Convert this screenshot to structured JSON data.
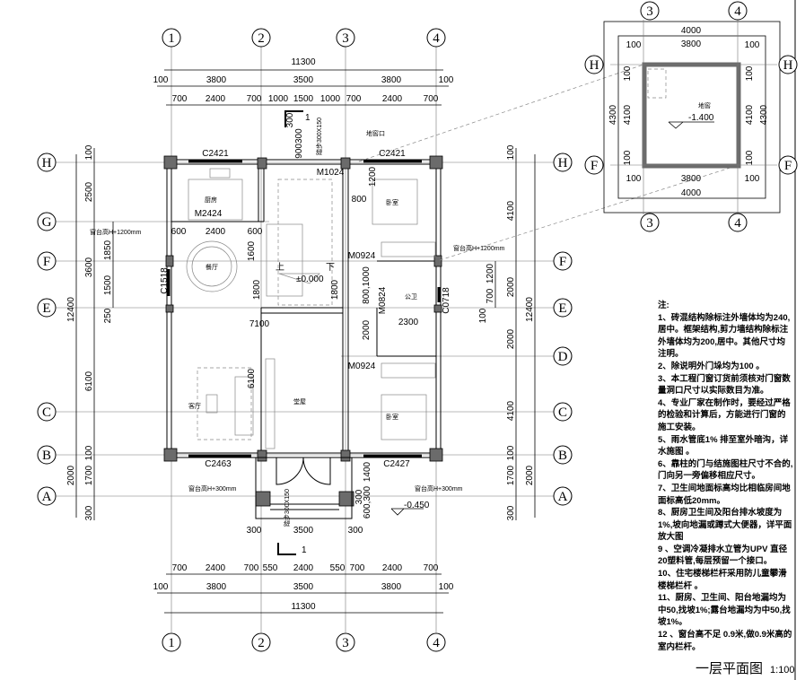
{
  "axes": {
    "vertical": [
      "1",
      "2",
      "3",
      "4"
    ],
    "horizontal": [
      "H",
      "G",
      "F",
      "E",
      "D",
      "C",
      "B",
      "A"
    ]
  },
  "dims": {
    "top_total": "11300",
    "top_row2": [
      "100",
      "3800",
      "3500",
      "3800",
      "100"
    ],
    "top_row3": [
      "700",
      "2400",
      "700",
      "1000",
      "1500",
      "1000",
      "700",
      "2400",
      "700"
    ],
    "bottom_row3": [
      "700",
      "2400",
      "700",
      "550",
      "2400",
      "550",
      "700",
      "2400",
      "700"
    ],
    "bottom_row2": [
      "100",
      "3800",
      "3500",
      "3800",
      "100"
    ],
    "bottom_total": "11300",
    "left_outer": [
      "12400",
      "2000"
    ],
    "left_inner": [
      "100",
      "2500",
      "3600",
      "6100",
      "100",
      "1700",
      "300"
    ],
    "left_small": [
      "1850",
      "1500",
      "250"
    ],
    "right_inner": [
      "100",
      "4100",
      "2000",
      "2000",
      "4100",
      "100",
      "1700",
      "300"
    ],
    "right_outer": [
      "12400",
      "2000"
    ],
    "right_small": [
      "1200",
      "700",
      "100"
    ],
    "kitchen": [
      "600",
      "2400",
      "600"
    ],
    "porch": [
      "300",
      "3500",
      "300"
    ],
    "misc": {
      "stair_top": "900300",
      "stair_top2": "300",
      "landing_1600": "1600",
      "landing_1800a": "1800",
      "landing_1800b": "1800",
      "door_1200": "1200",
      "door_800": "800",
      "bath_1000": "800,1000",
      "bath_2000": "2000",
      "bath_2300": "2300",
      "hall_7100": "7100",
      "living_6100": "6100",
      "front_1400": "1400",
      "front_600300": "600,300",
      "front_300": "300"
    }
  },
  "plan": {
    "rooms": {
      "kitchen": "厨房",
      "dining": "餐厅",
      "bedroom1": "卧室",
      "bathroom": "公卫",
      "bedroom2": "卧室",
      "hall": "堂屋",
      "living": "客厅"
    },
    "tags": {
      "c2421a": "C2421",
      "c2421b": "C2421",
      "m1024": "M1024",
      "m2424": "M2424",
      "m0924a": "M0924",
      "m0824": "M0824",
      "m0924b": "M0924",
      "c1518": "C1518",
      "c0718": "C0718",
      "c2463": "C2463",
      "c2427": "C2427",
      "cellar_opening": "地窖口",
      "sill_left": "窗台高H+1200mm",
      "sill_right": "窗台高H+1200mm",
      "sill_bottom_left": "窗台高H+300mm",
      "sill_bottom_right": "窗台高H+300mm",
      "step_top": "踏步300X150",
      "step_bottom": "踏步300X150",
      "up": "上",
      "down": "下",
      "section": "1"
    },
    "levels": {
      "floor": "±0.000",
      "outdoor": "-0.450"
    }
  },
  "inset": {
    "axes_v": [
      "3",
      "4"
    ],
    "axes_h": [
      "H",
      "F"
    ],
    "top": [
      "4000",
      "100",
      "3800",
      "100"
    ],
    "bottom": [
      "100",
      "3800",
      "100",
      "4000"
    ],
    "side": [
      "4300",
      "4100",
      "100",
      "100"
    ],
    "room": "地窖",
    "level": "-1.400"
  },
  "notes": {
    "heading": "注:",
    "items": [
      "1、砖混结构除标注外墙体均为240,居中。框架结构,剪力墙结构除标注外墙体均为200,居中。其他尺寸均注明。",
      "2、除说明外门垛均为100 。",
      "3、本工程门窗订货前须核对门窗数量洞口尺寸以实际数目为准。",
      "4、专业厂家在制作时，要经过严格的检验和计算后，方能进行门窗的施工安装。",
      "5、雨水管底1% 排至室外暗沟，详水施图 。",
      "6、靠柱的门与结施图柱尺寸不合的,门向另一旁偏移相应尺寸。",
      "7、卫生间地面标高均比相临房间地面标高低20mm。",
      "8、厨房卫生间及阳台排水坡度为1%,坡向地漏或蹲式大便器，详平面放大图",
      "9 、空调冷凝排水立管为UPV 直径20塑料管,每层预留一个接口。",
      "10、住宅楼梯栏杆采用防儿童攀滑楼梯栏杆 。",
      "11、厨房、卫生间、阳台地漏均为中50,找坡1%;露台地漏均为中50,找坡1%。",
      "12 、窗台高不足 0.9米,做0.9米高的室内栏杆。"
    ]
  },
  "title": {
    "name": "一层平面图",
    "scale": "1:100"
  }
}
